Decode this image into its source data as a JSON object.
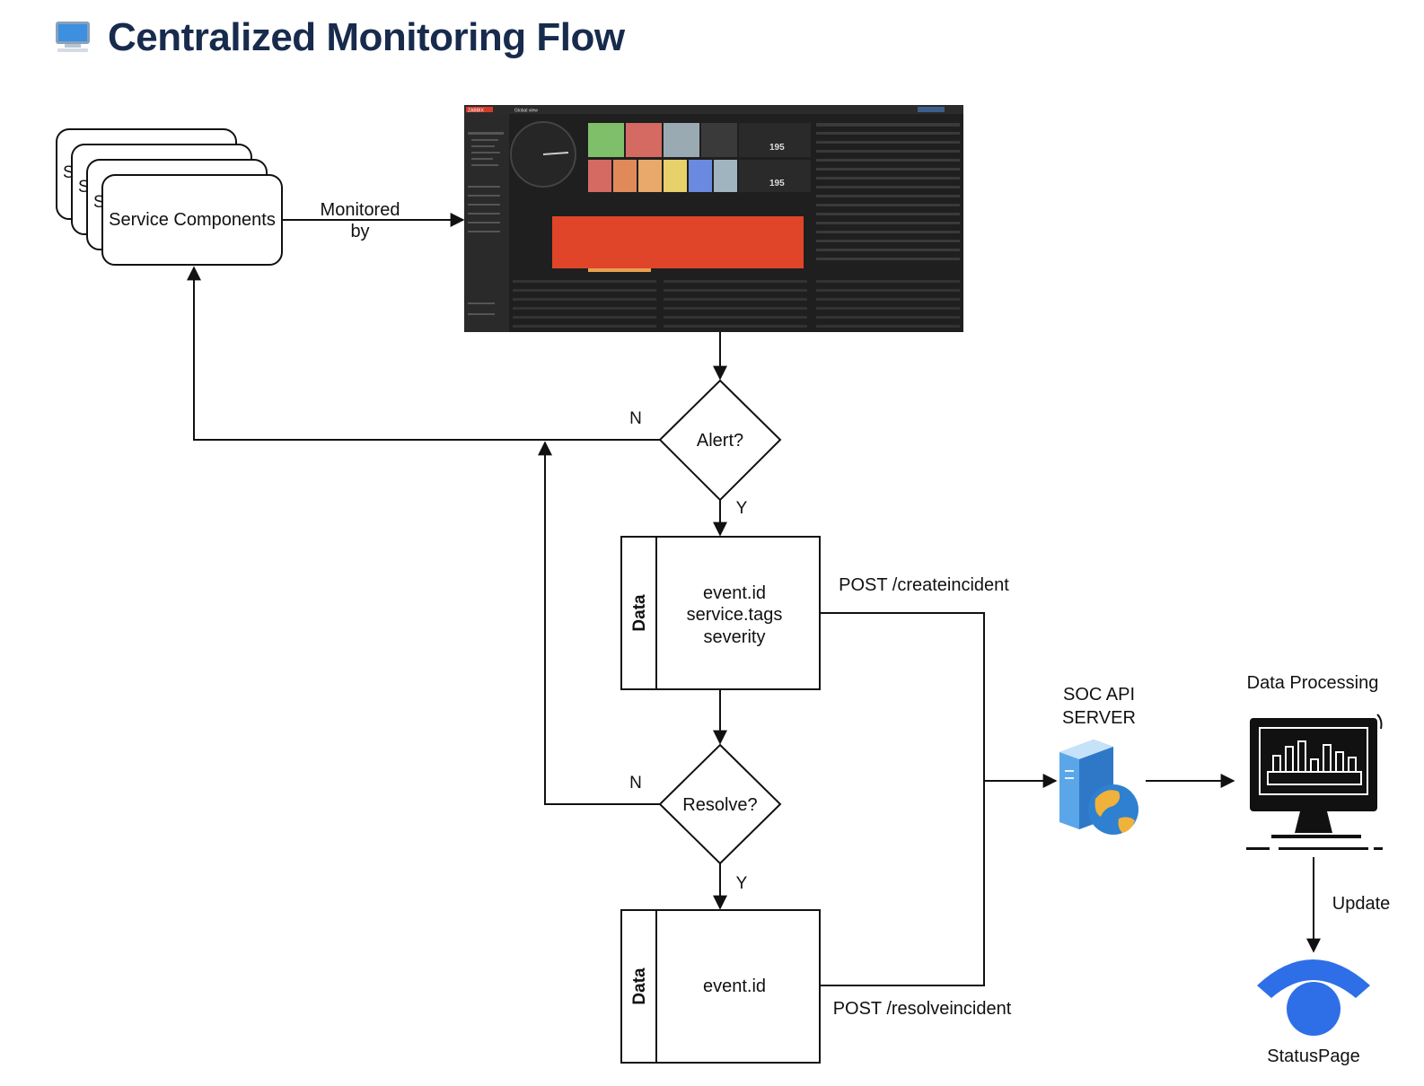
{
  "header": {
    "icon": "monitor-icon",
    "title": "Centralized Monitoring Flow"
  },
  "diagram": {
    "service_components": {
      "label": "Service Components",
      "stack_letter": "S"
    },
    "edge_monitored_by": "Monitored\nby",
    "dashboard": {
      "logo": "ZABBIX",
      "view_title": "Global view",
      "stat_1": "195",
      "stat_2": "195",
      "banner_color": "#e0452a"
    },
    "alert": {
      "label": "Alert?",
      "no": "N",
      "yes": "Y"
    },
    "data_create": {
      "side_label": "Data",
      "fields": [
        "event.id",
        "service.tags",
        "severity"
      ]
    },
    "post_create": "POST /createincident",
    "resolve": {
      "label": "Resolve?",
      "no": "N",
      "yes": "Y"
    },
    "data_resolve": {
      "side_label": "Data",
      "fields": [
        "event.id"
      ]
    },
    "post_resolve": "POST /resolveincident",
    "soc_api": {
      "label_line1": "SOC API",
      "label_line2": "SERVER",
      "icon": "server-globe-icon"
    },
    "data_processing": {
      "label": "Data Processing",
      "icon": "monitor-chart-icon"
    },
    "edge_update": "Update",
    "status_page": {
      "label": "StatusPage",
      "icon": "statuspage-icon",
      "color": "#2e6fe8"
    }
  }
}
